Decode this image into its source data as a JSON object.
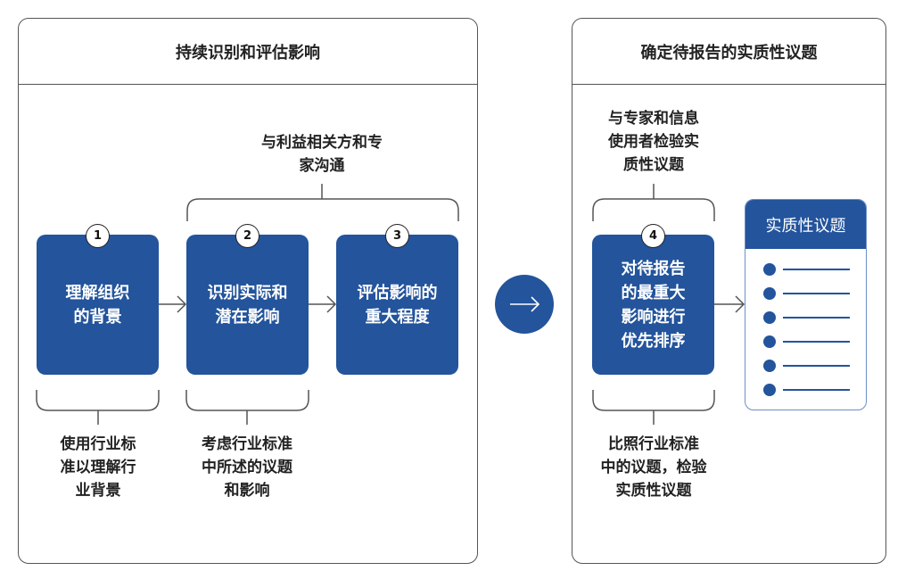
{
  "left_panel": {
    "title": "持续识别和评估影响",
    "steps": [
      {
        "number": "1",
        "lines": [
          "理解组织",
          "的背景"
        ]
      },
      {
        "number": "2",
        "lines": [
          "识别实际和",
          "潜在影响"
        ]
      },
      {
        "number": "3",
        "lines": [
          "评估影响的",
          "重大程度"
        ]
      }
    ],
    "top_note": [
      "与利益相关方和专",
      "家沟通"
    ],
    "bottom_notes": [
      [
        "使用行业标",
        "准以理解行",
        "业背景"
      ],
      [
        "考虑行业标准",
        "中所述的议题",
        "和影响"
      ]
    ]
  },
  "right_panel": {
    "title": "确定待报告的实质性议题",
    "step": {
      "number": "4",
      "lines": [
        "对待报告",
        "的最重大",
        "影响进行",
        "优先排序"
      ]
    },
    "top_note": [
      "与专家和信息",
      "使用者检验实",
      "质性议题"
    ],
    "bottom_note": [
      "比照行业标准",
      "中的议题，检验",
      "实质性议题"
    ],
    "list_title": "实质性议题",
    "list_item_count": 6
  },
  "colors": {
    "accent": "#23549c",
    "border": "#555555"
  }
}
